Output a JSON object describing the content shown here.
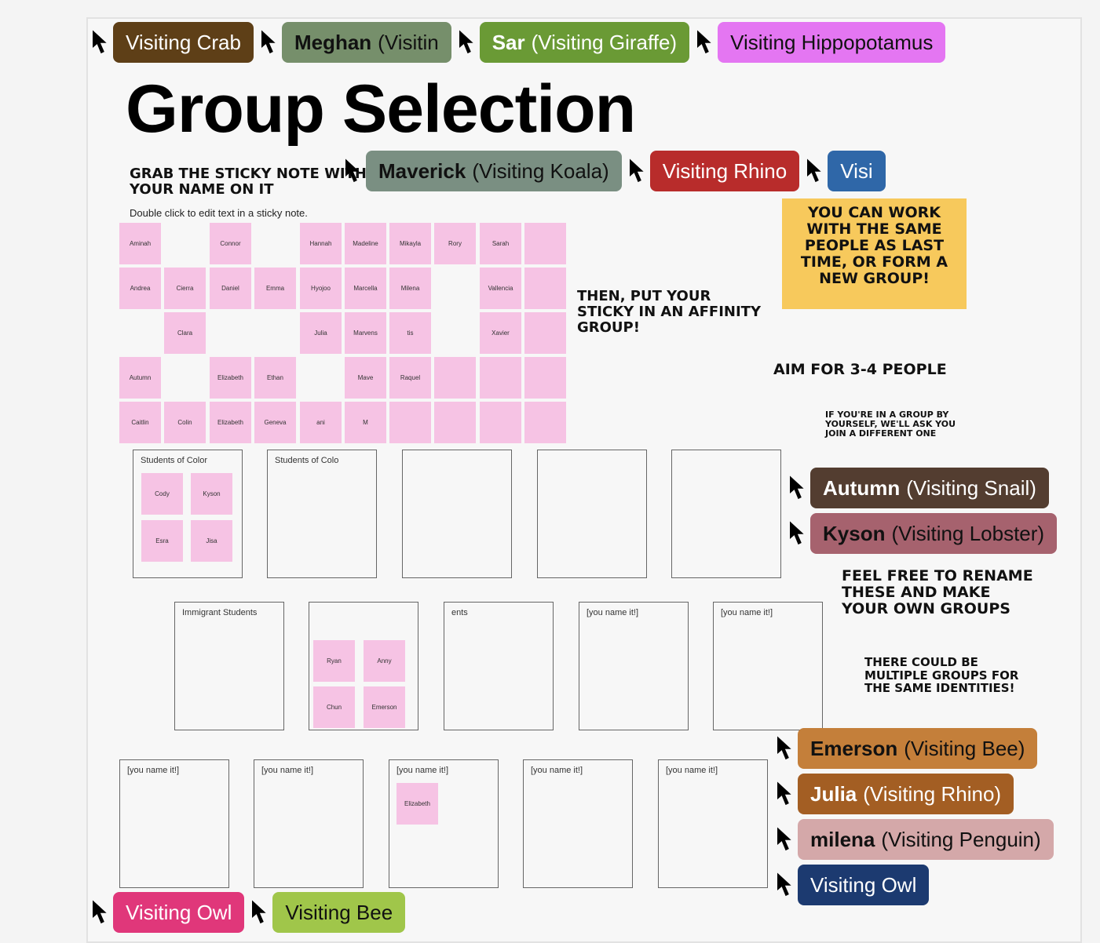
{
  "title": "Group Selection",
  "instructions": {
    "grab": "GRAB THE STICKY NOTE WITH YOUR NAME ON IT",
    "hint": "Double click to edit text in a sticky note.",
    "then": "THEN, PUT YOUR STICKY IN AN AFFINITY GROUP!",
    "aim": "AIM FOR 3-4 PEOPLE",
    "alone": "IF YOU'RE IN A GROUP BY YOURSELF, WE'LL ASK YOU JOIN A DIFFERENT ONE",
    "same": "YOU CAN WORK WITH THE SAME PEOPLE AS LAST TIME, OR FORM A NEW GROUP!",
    "rename": "FEEL FREE TO RENAME THESE AND MAKE YOUR OWN GROUPS",
    "multiple": "THERE COULD BE MULTIPLE GROUPS FOR THE SAME IDENTITIES!"
  },
  "stickies": [
    "Aminah",
    "Connor",
    "Hannah",
    "Madeline",
    "Mikayla",
    "Rory",
    "Sarah",
    "",
    "Andrea",
    "Cierra",
    "Daniel",
    "Emma",
    "Hyojoo",
    "Marcella",
    "Milena",
    "Vallencia",
    "",
    "Clara",
    "Julia",
    "Marvens",
    "tis",
    "Xavier",
    "",
    "Autumn",
    "Elizabeth",
    "Ethan",
    "Mave",
    "Raquel",
    "Caitlin",
    "Colin",
    "Elizabeth",
    "Geneva",
    "ani",
    "M",
    "Elizabeth"
  ],
  "groups": {
    "g1": "Students of Color",
    "g2": "Students of Colo",
    "g3": "Immigrant Students",
    "g4": "ents",
    "you": "[you name it!]",
    "g1_members": [
      "Cody",
      "Kyson",
      "Esra",
      "Jisa"
    ],
    "g4_members": [
      "Ryan",
      "Anny",
      "Chun",
      "Emerson"
    ]
  },
  "cursors": [
    {
      "name": "",
      "visiting": "Visiting Crab"
    },
    {
      "name": "Meghan",
      "visiting": "(Visitin"
    },
    {
      "name": "Sar",
      "visiting": "(Visiting Giraffe)"
    },
    {
      "name": "Maverick",
      "visiting": "(Visiting Koala)"
    },
    {
      "name": "",
      "visiting": "Visi"
    },
    {
      "name": "",
      "visiting": "Visiting Hippopotamus"
    },
    {
      "name": "",
      "visiting": "Visiting Rhino"
    },
    {
      "name": "",
      "visiting": "Visiting Owl"
    },
    {
      "name": "Autumn",
      "visiting": "(Visiting Snail)"
    },
    {
      "name": "Kyson",
      "visiting": "(Visiting Lobster)"
    },
    {
      "name": "",
      "visiting": "Visiting Bee"
    },
    {
      "name": "Emerson",
      "visiting": "(Visiting Bee)"
    },
    {
      "name": "Julia",
      "visiting": "(Visiting Rhino)"
    },
    {
      "name": "",
      "visiting": "Visiting Owl"
    },
    {
      "name": "milena",
      "visiting": "(Visiting Penguin)"
    }
  ]
}
